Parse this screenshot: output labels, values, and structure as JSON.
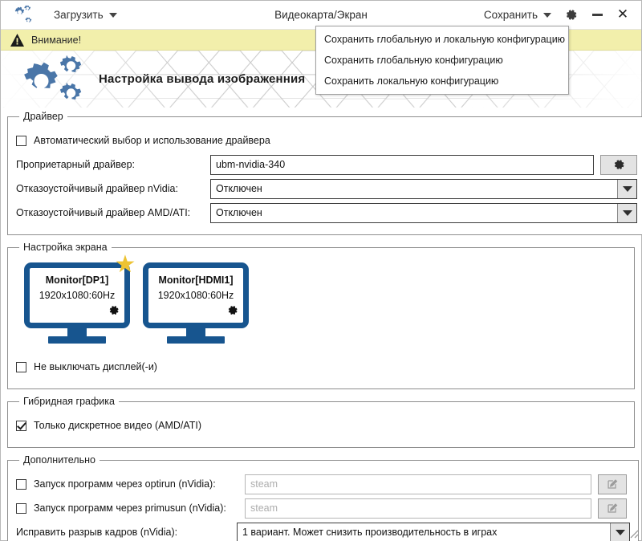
{
  "titlebar": {
    "app_icon": "gears-icon",
    "load_menu_label": "Загрузить",
    "window_title": "Видеокарта/Экран",
    "save_menu_label": "Сохранить",
    "settings_icon": "gear-icon",
    "minimize_icon": "minimize-icon",
    "close_icon": "close-icon"
  },
  "save_dropdown": {
    "items": [
      {
        "label": "Сохранить глобальную и локальную конфигурацию"
      },
      {
        "label": "Сохранить глобальную конфигурацию"
      },
      {
        "label": "Сохранить локальную конфигурацию"
      }
    ]
  },
  "warning": {
    "icon": "warning-triangle-icon",
    "text": "Внимание!"
  },
  "hero": {
    "icon": "gears-icon",
    "title": "Настройка вывода изображенния"
  },
  "driver_section": {
    "legend": "Драйвер",
    "auto_driver_checkbox": {
      "label": "Автоматический выбор и использование драйвера",
      "checked": false
    },
    "proprietary_driver": {
      "label": "Проприетарный драйвер:",
      "value": "ubm-nvidia-340",
      "button_icon": "gear-icon"
    },
    "nvidia_fallback": {
      "label": "Отказоустойчивый драйвер nVidia:",
      "value": "Отключен"
    },
    "amd_fallback": {
      "label": "Отказоустойчивый драйвер AMD/ATI:",
      "value": "Отключен"
    }
  },
  "screen_section": {
    "legend": "Настройка экрана",
    "monitors": [
      {
        "name": "Monitor[DP1]",
        "resolution": "1920x1080:60Hz",
        "primary": true,
        "gear_icon": "gear-icon",
        "star_icon": "star-icon"
      },
      {
        "name": "Monitor[HDMI1]",
        "resolution": "1920x1080:60Hz",
        "primary": false,
        "gear_icon": "gear-icon"
      }
    ],
    "keep_displays_on": {
      "label": "Не выключать дисплей(-и)",
      "checked": false
    }
  },
  "hybrid_section": {
    "legend": "Гибридная графика",
    "discrete_only": {
      "label": "Только дискретное видео (AMD/ATI)",
      "checked": true
    }
  },
  "extra_section": {
    "legend": "Дополнительно",
    "optirun": {
      "label": "Запуск программ через optirun (nVidia):",
      "checked": false,
      "placeholder": "steam",
      "value": "",
      "button_icon": "pencil-edit-icon"
    },
    "primusrun": {
      "label": "Запуск программ через primusun (nVidia):",
      "checked": false,
      "placeholder": "steam",
      "value": "",
      "button_icon": "pencil-edit-icon"
    },
    "tearing_fix": {
      "label": "Исправить разрыв кадров (nVidia):",
      "value": "1 вариант. Может снизить производительность в играх"
    }
  },
  "colors": {
    "monitor_blue": "#17558f",
    "star_gold": "#edc333",
    "warning_bg": "#f2efab",
    "accent_gear": "#4a76a8"
  }
}
